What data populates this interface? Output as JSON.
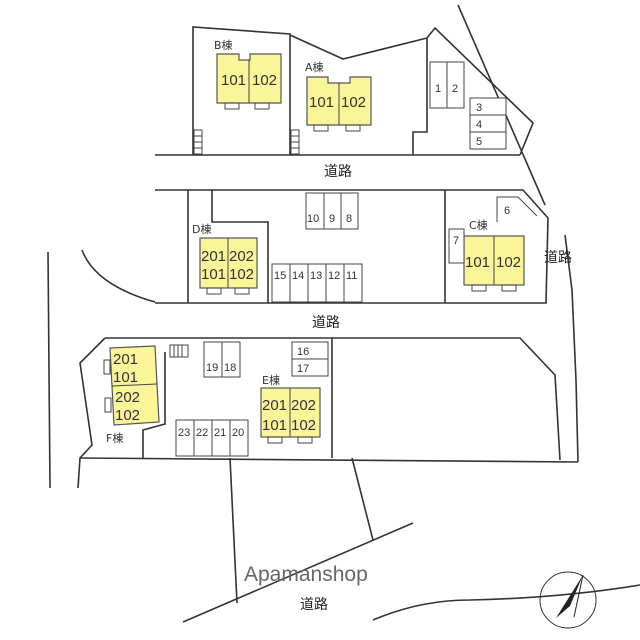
{
  "roads": {
    "top": "道路",
    "middle": "道路",
    "right": "道路",
    "bottom": "道路"
  },
  "buildings": {
    "B": {
      "label": "B棟",
      "units": [
        "101",
        "102"
      ]
    },
    "A": {
      "label": "A棟",
      "units": [
        "101",
        "102"
      ]
    },
    "D": {
      "label": "D棟",
      "units": [
        [
          "201",
          "101"
        ],
        [
          "202",
          "102"
        ]
      ]
    },
    "C": {
      "label": "C棟",
      "units": [
        "101",
        "102"
      ]
    },
    "E": {
      "label": "E棟",
      "units": [
        [
          "201",
          "101"
        ],
        [
          "202",
          "102"
        ]
      ]
    },
    "F": {
      "label": "F棟",
      "units": [
        [
          "201",
          "101"
        ],
        [
          "202",
          "102"
        ]
      ]
    }
  },
  "parking": {
    "g12": [
      "1",
      "2"
    ],
    "g345": [
      "3",
      "4",
      "5"
    ],
    "g6": "6",
    "g7": "7",
    "g1098": [
      "10",
      "9",
      "8"
    ],
    "g15_11": [
      "15",
      "14",
      "13",
      "12",
      "11"
    ],
    "g1918": [
      "19",
      "18"
    ],
    "g1617": [
      "16",
      "17"
    ],
    "g23_20": [
      "23",
      "22",
      "21",
      "20"
    ]
  },
  "watermark": "Apamanshop",
  "colors": {
    "unit": "#fbf59a",
    "line": "#333333"
  }
}
